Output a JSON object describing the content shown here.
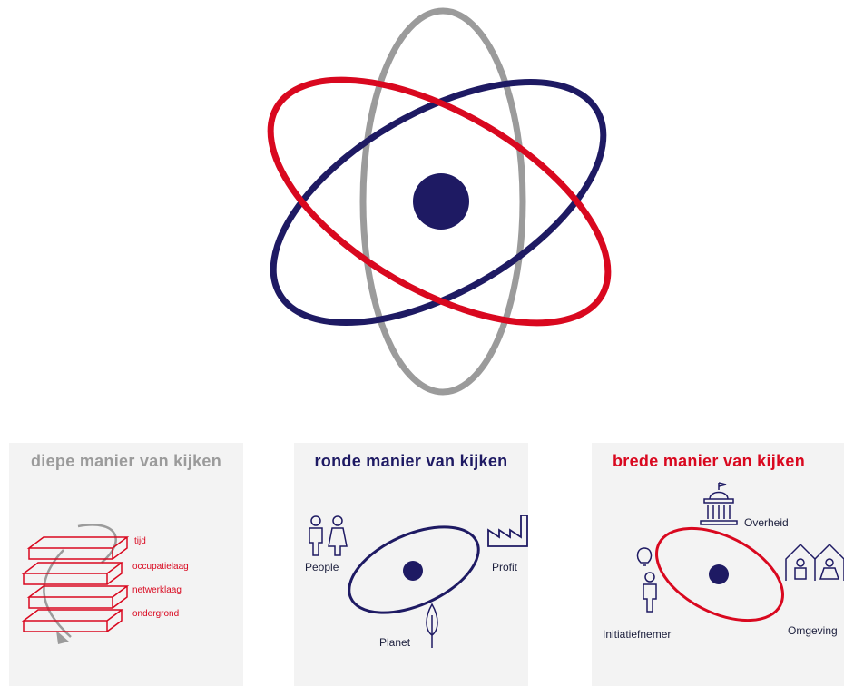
{
  "colors": {
    "navy": "#1e1a63",
    "red": "#d9081f",
    "grey": "#9b9b9b",
    "panel_bg": "#f3f3f3",
    "text_dark": "#1b1e3c"
  },
  "panels": [
    {
      "title": "diepe manier van kijken",
      "title_color": "#9b9b9b",
      "layers": [
        "tijd",
        "occupatielaag",
        "netwerklaag",
        "ondergrond"
      ]
    },
    {
      "title": "ronde manier van kijken",
      "title_color": "#1e1a63",
      "labels": {
        "people": "People",
        "profit": "Profit",
        "planet": "Planet"
      }
    },
    {
      "title": "brede manier van kijken",
      "title_color": "#d9081f",
      "labels": {
        "overheid": "Overheid",
        "initiatiefnemer": "Initiatiefnemer",
        "omgeving": "Omgeving"
      }
    }
  ]
}
